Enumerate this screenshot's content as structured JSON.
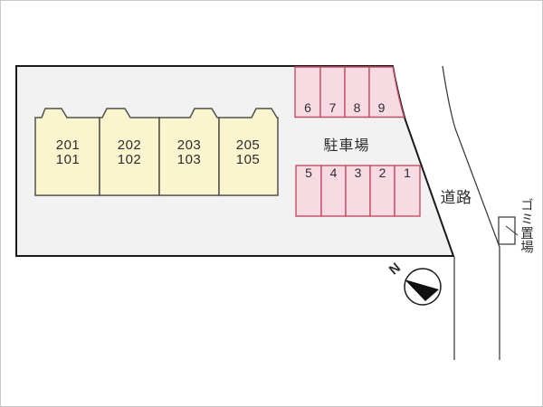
{
  "colors": {
    "plot_fill": "#f2f2f2",
    "plot_stroke": "#1a1a1a",
    "building_fill": "#faf5cf",
    "building_stroke": "#52514a",
    "parking_fill": "#f8dae3",
    "parking_stroke": "#c24f63",
    "road_line": "#333333",
    "text": "#2d2d2d",
    "compass_needle": "#111111"
  },
  "buildings": [
    {
      "upper": "201",
      "lower": "101"
    },
    {
      "upper": "202",
      "lower": "102"
    },
    {
      "upper": "203",
      "lower": "103"
    },
    {
      "upper": "205",
      "lower": "105"
    }
  ],
  "parking": {
    "label": "駐車場",
    "top_row": [
      "6",
      "7",
      "8",
      "9"
    ],
    "bottom_row": [
      "5",
      "4",
      "3",
      "2",
      "1"
    ]
  },
  "road_label": "道路",
  "garbage_label": "ゴミ置場",
  "compass_label": "N"
}
